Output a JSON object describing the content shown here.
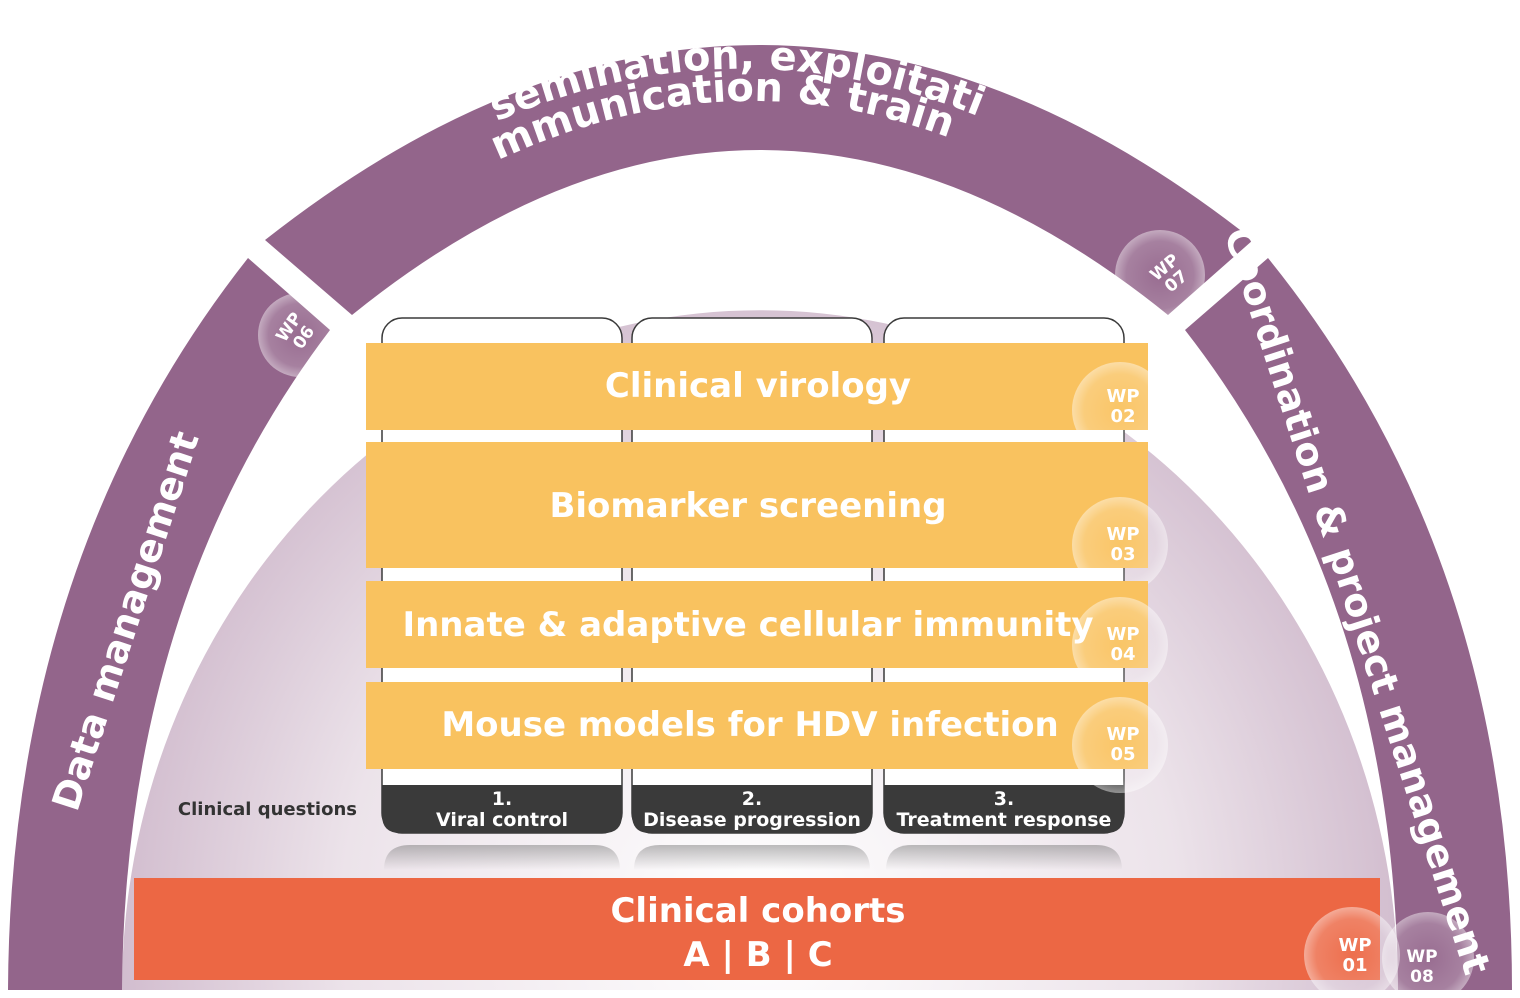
{
  "colors": {
    "ring": "#93658b",
    "layer": "#f9c25f",
    "cohort": "#ec6744",
    "question_box": "#3a3a3a",
    "text_light": "#ffffff",
    "text_dark": "#333333"
  },
  "ring": {
    "top": {
      "line1": "Dissemination, exploitation,",
      "line2": "communication & training",
      "wp": [
        "WP",
        "07"
      ]
    },
    "left": {
      "label": "Data management",
      "wp": [
        "WP",
        "06"
      ]
    },
    "right": {
      "label": "Coordination & project management",
      "wp": [
        "WP",
        "08"
      ]
    }
  },
  "layers": [
    {
      "label": "Clinical virology",
      "wp": [
        "WP",
        "02"
      ]
    },
    {
      "label": "Biomarker screening",
      "wp": [
        "WP",
        "03"
      ]
    },
    {
      "label": "Innate & adaptive cellular immunity",
      "wp": [
        "WP",
        "04"
      ]
    },
    {
      "label": "Mouse models for HDV infection",
      "wp": [
        "WP",
        "05"
      ]
    }
  ],
  "questions": {
    "label": "Clinical questions",
    "items": [
      {
        "number": "1.",
        "text": "Viral control"
      },
      {
        "number": "2.",
        "text": "Disease progression"
      },
      {
        "number": "3.",
        "text": "Treatment response"
      }
    ]
  },
  "cohorts": {
    "line1": "Clinical cohorts",
    "line2": "A | B | C",
    "wp": [
      "WP",
      "01"
    ]
  }
}
